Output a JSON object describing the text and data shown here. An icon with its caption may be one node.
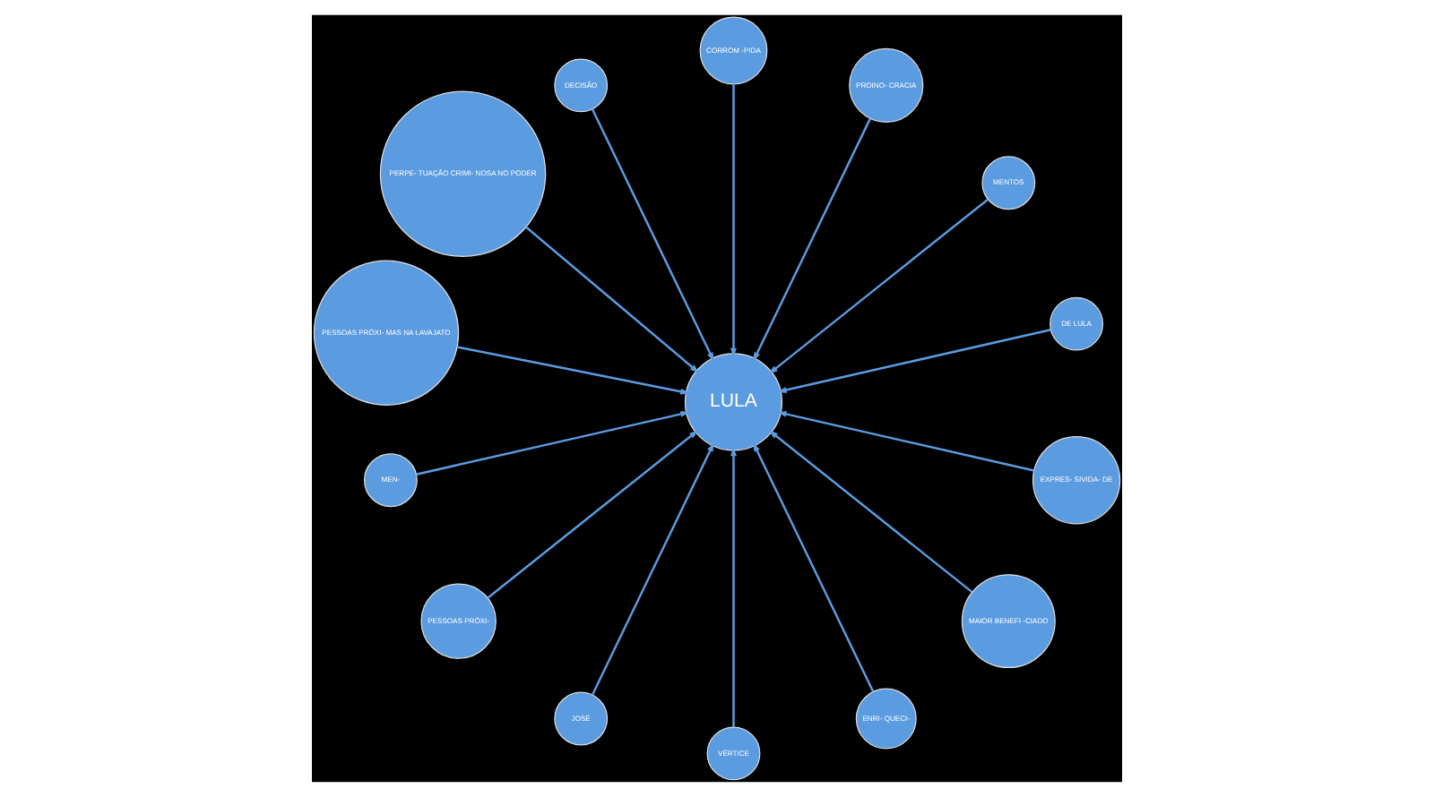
{
  "diagram": {
    "nodes": [
      {
        "text": [
          "LULA"
        ]
      },
      {
        "text": [
          "DE LULA"
        ]
      },
      {
        "text": [
          "MENTOS"
        ]
      },
      {
        "text": [
          "PROINO- CRACIA"
        ]
      },
      {
        "text": [
          "CORROM -PIDA"
        ]
      },
      {
        "text": [
          "DECISÃO"
        ]
      },
      {
        "text": [
          "PERPE- TUAÇÃO CRIMI- NOSA NO PODER"
        ]
      },
      {
        "text": [
          "PESSOAS PRÓXI- MAS NA LAVAJATO"
        ]
      },
      {
        "text": [
          "MEN-"
        ]
      },
      {
        "text": [
          "PESSOAS PRÓXI-"
        ]
      },
      {
        "text": [
          "JOSÉ"
        ]
      },
      {
        "text": [
          "VÉRTICE"
        ]
      },
      {
        "text": [
          "ENRI- QUECI-"
        ]
      },
      {
        "text": [
          "MAIOR BENEFI -CIADO"
        ]
      },
      {
        "text": [
          "EXPRES- SIVIDA- DE"
        ]
      }
    ],
    "edges": [
      {
        "from": 1,
        "to": 0,
        "arrow": "to"
      },
      {
        "from": 2,
        "to": 0,
        "arrow": "to"
      },
      {
        "from": 3,
        "to": 0,
        "arrow": "to"
      },
      {
        "from": 4,
        "to": 0,
        "arrow": "to"
      },
      {
        "from": 5,
        "to": 0,
        "arrow": "to"
      },
      {
        "from": 6,
        "to": 0,
        "arrow": "to"
      },
      {
        "from": 7,
        "to": 0,
        "arrow": "to"
      },
      {
        "from": 8,
        "to": 0,
        "arrow": "to"
      },
      {
        "from": 9,
        "to": 0,
        "arrow": "to"
      },
      {
        "from": 10,
        "to": 0,
        "arrow": "to"
      },
      {
        "from": 11,
        "to": 0,
        "arrow": "to"
      },
      {
        "from": 12,
        "to": 0,
        "arrow": "to"
      },
      {
        "from": 13,
        "to": 0,
        "arrow": "to"
      },
      {
        "from": 14,
        "to": 0,
        "arrow": "to"
      }
    ]
  }
}
